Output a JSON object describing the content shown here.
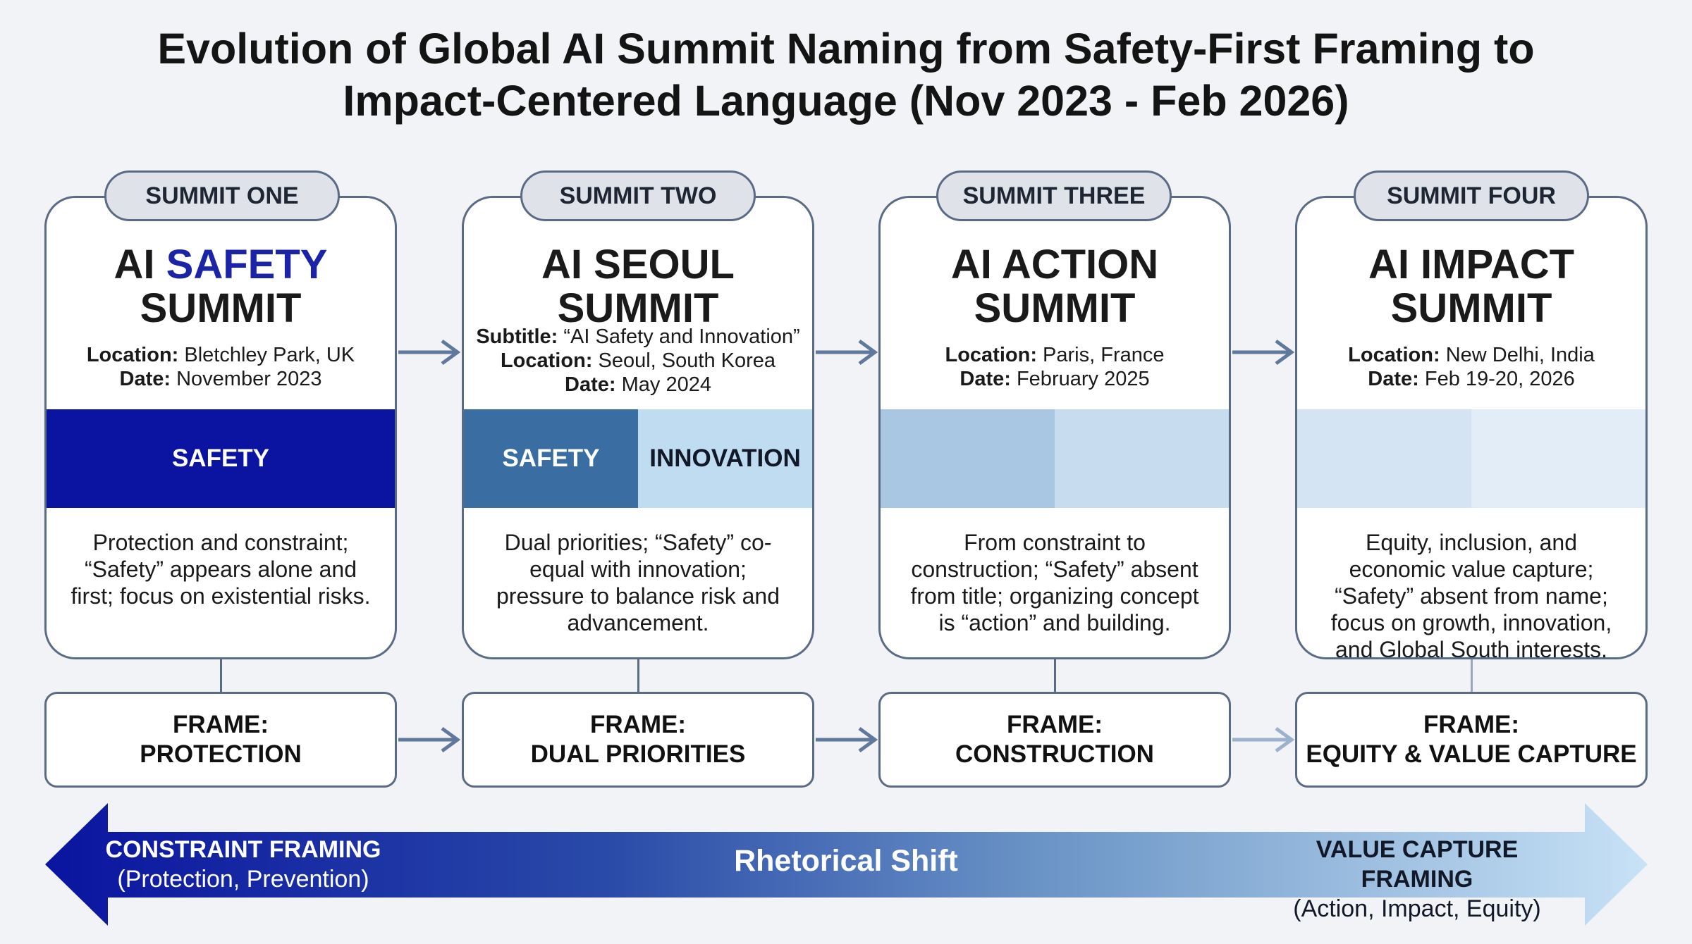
{
  "title": {
    "line1": "Evolution of Global AI Summit Naming from Safety-First Framing to",
    "line2": "Impact-Centered Language (Nov 2023 - Feb 2026)"
  },
  "summits": [
    {
      "tab": "SUMMIT ONE",
      "name_prefix": "AI ",
      "name_highlight": "SAFETY",
      "name_line2": "SUMMIT",
      "subtitle_label": "",
      "subtitle_value": "",
      "location_label": "Location:",
      "location": "Bletchley Park, UK",
      "date_label": "Date:",
      "date": "November 2023",
      "band": [
        {
          "label": "SAFETY",
          "share": 1.0,
          "bg": "#0a14a0",
          "fg": "#ffffff"
        }
      ],
      "description": "Protection and constraint; “Safety” appears alone and first; focus on existential risks.",
      "frame_label": "FRAME:",
      "frame": "PROTECTION"
    },
    {
      "tab": "SUMMIT TWO",
      "name_prefix": "AI SEOUL",
      "name_highlight": "",
      "name_line2": "SUMMIT",
      "subtitle_label": "Subtitle:",
      "subtitle_value": "“AI Safety and Innovation”",
      "location_label": "Location:",
      "location": "Seoul, South Korea",
      "date_label": "Date:",
      "date": "May 2024",
      "band": [
        {
          "label": "SAFETY",
          "share": 0.5,
          "bg": "#3a6ea3",
          "fg": "#ffffff"
        },
        {
          "label": "INNOVATION",
          "share": 0.5,
          "bg": "#bfdcf1",
          "fg": "#111827"
        }
      ],
      "description": "Dual priorities; “Safety” co-equal with innovation; pressure to balance risk and advancement.",
      "frame_label": "FRAME:",
      "frame": "DUAL PRIORITIES"
    },
    {
      "tab": "SUMMIT THREE",
      "name_prefix": "AI ACTION",
      "name_highlight": "",
      "name_line2": "SUMMIT",
      "subtitle_label": "",
      "subtitle_value": "",
      "location_label": "Location:",
      "location": "Paris, France",
      "date_label": "Date:",
      "date": "February 2025",
      "band": [
        {
          "label": "",
          "share": 0.5,
          "bg": "#a9c7e3",
          "fg": "#c4d9ee"
        },
        {
          "label": "",
          "share": 0.5,
          "bg": "#c7dcef",
          "fg": "#c4d9ee"
        }
      ],
      "description": "From constraint to construction; “Safety” absent from title; organizing concept is “action” and building.",
      "frame_label": "FRAME:",
      "frame": "CONSTRUCTION"
    },
    {
      "tab": "SUMMIT FOUR",
      "name_prefix": "AI IMPACT",
      "name_highlight": "",
      "name_line2": "SUMMIT",
      "subtitle_label": "",
      "subtitle_value": "",
      "location_label": "Location:",
      "location": "New Delhi, India",
      "date_label": "Date:",
      "date": "Feb 19-20, 2026",
      "band": [
        {
          "label": "",
          "share": 0.5,
          "bg": "#d4e4f3",
          "fg": "#dbe8f5"
        },
        {
          "label": "",
          "share": 0.5,
          "bg": "#e2edf8",
          "fg": "#dbe8f5"
        }
      ],
      "description": "Equity, inclusion, and economic value capture; “Safety” absent from name; focus on growth, innovation, and Global South interests.",
      "frame_label": "FRAME:",
      "frame": "EQUITY & VALUE CAPTURE"
    }
  ],
  "shift": {
    "left_title": "CONSTRAINT FRAMING",
    "left_sub": "(Protection, Prevention)",
    "center": "Rhetorical Shift",
    "right_title": "VALUE CAPTURE FRAMING",
    "right_sub": "(Action, Impact, Equity)"
  },
  "colors": {
    "border": "#5a6b85",
    "safety_blue": "#1b23a6",
    "gradient_start": "#0a14a0",
    "gradient_end": "#c8e2f6"
  }
}
